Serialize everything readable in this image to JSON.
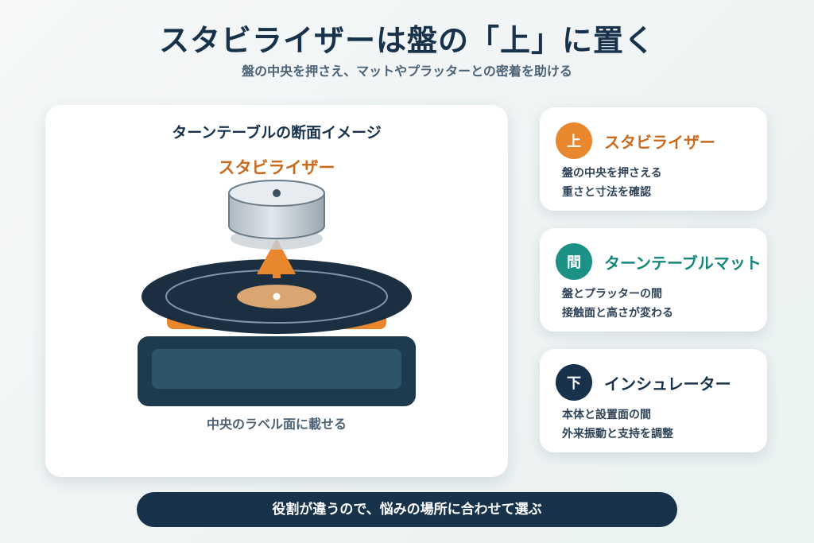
{
  "header": {
    "title": "スタビライザーは盤の「上」に置く",
    "subtitle": "盤の中央を押さえ、マットやプラッターとの密着を助ける"
  },
  "diagram": {
    "title": "ターンテーブルの断面イメージ",
    "stabilizer_label": "スタビライザー",
    "caption": "中央のラベル面に載せる"
  },
  "cards": [
    {
      "badge": "上",
      "title": "スタビライザー",
      "line1": "盤の中央を押さえる",
      "line2": "重さと寸法を確認",
      "color": "#e8872e",
      "title_color": "#c96a1e"
    },
    {
      "badge": "間",
      "title": "ターンテーブルマット",
      "line1": "盤とプラッターの間",
      "line2": "接触面と高さが変わる",
      "color": "#1c9287",
      "title_color": "#15867b"
    },
    {
      "badge": "下",
      "title": "インシュレーター",
      "line1": "本体と設置面の間",
      "line2": "外来振動と支持を調整",
      "color": "#17324a",
      "title_color": "#17324a"
    }
  ],
  "footer": {
    "text": "役割が違うので、悩みの場所に合わせて選ぶ"
  }
}
